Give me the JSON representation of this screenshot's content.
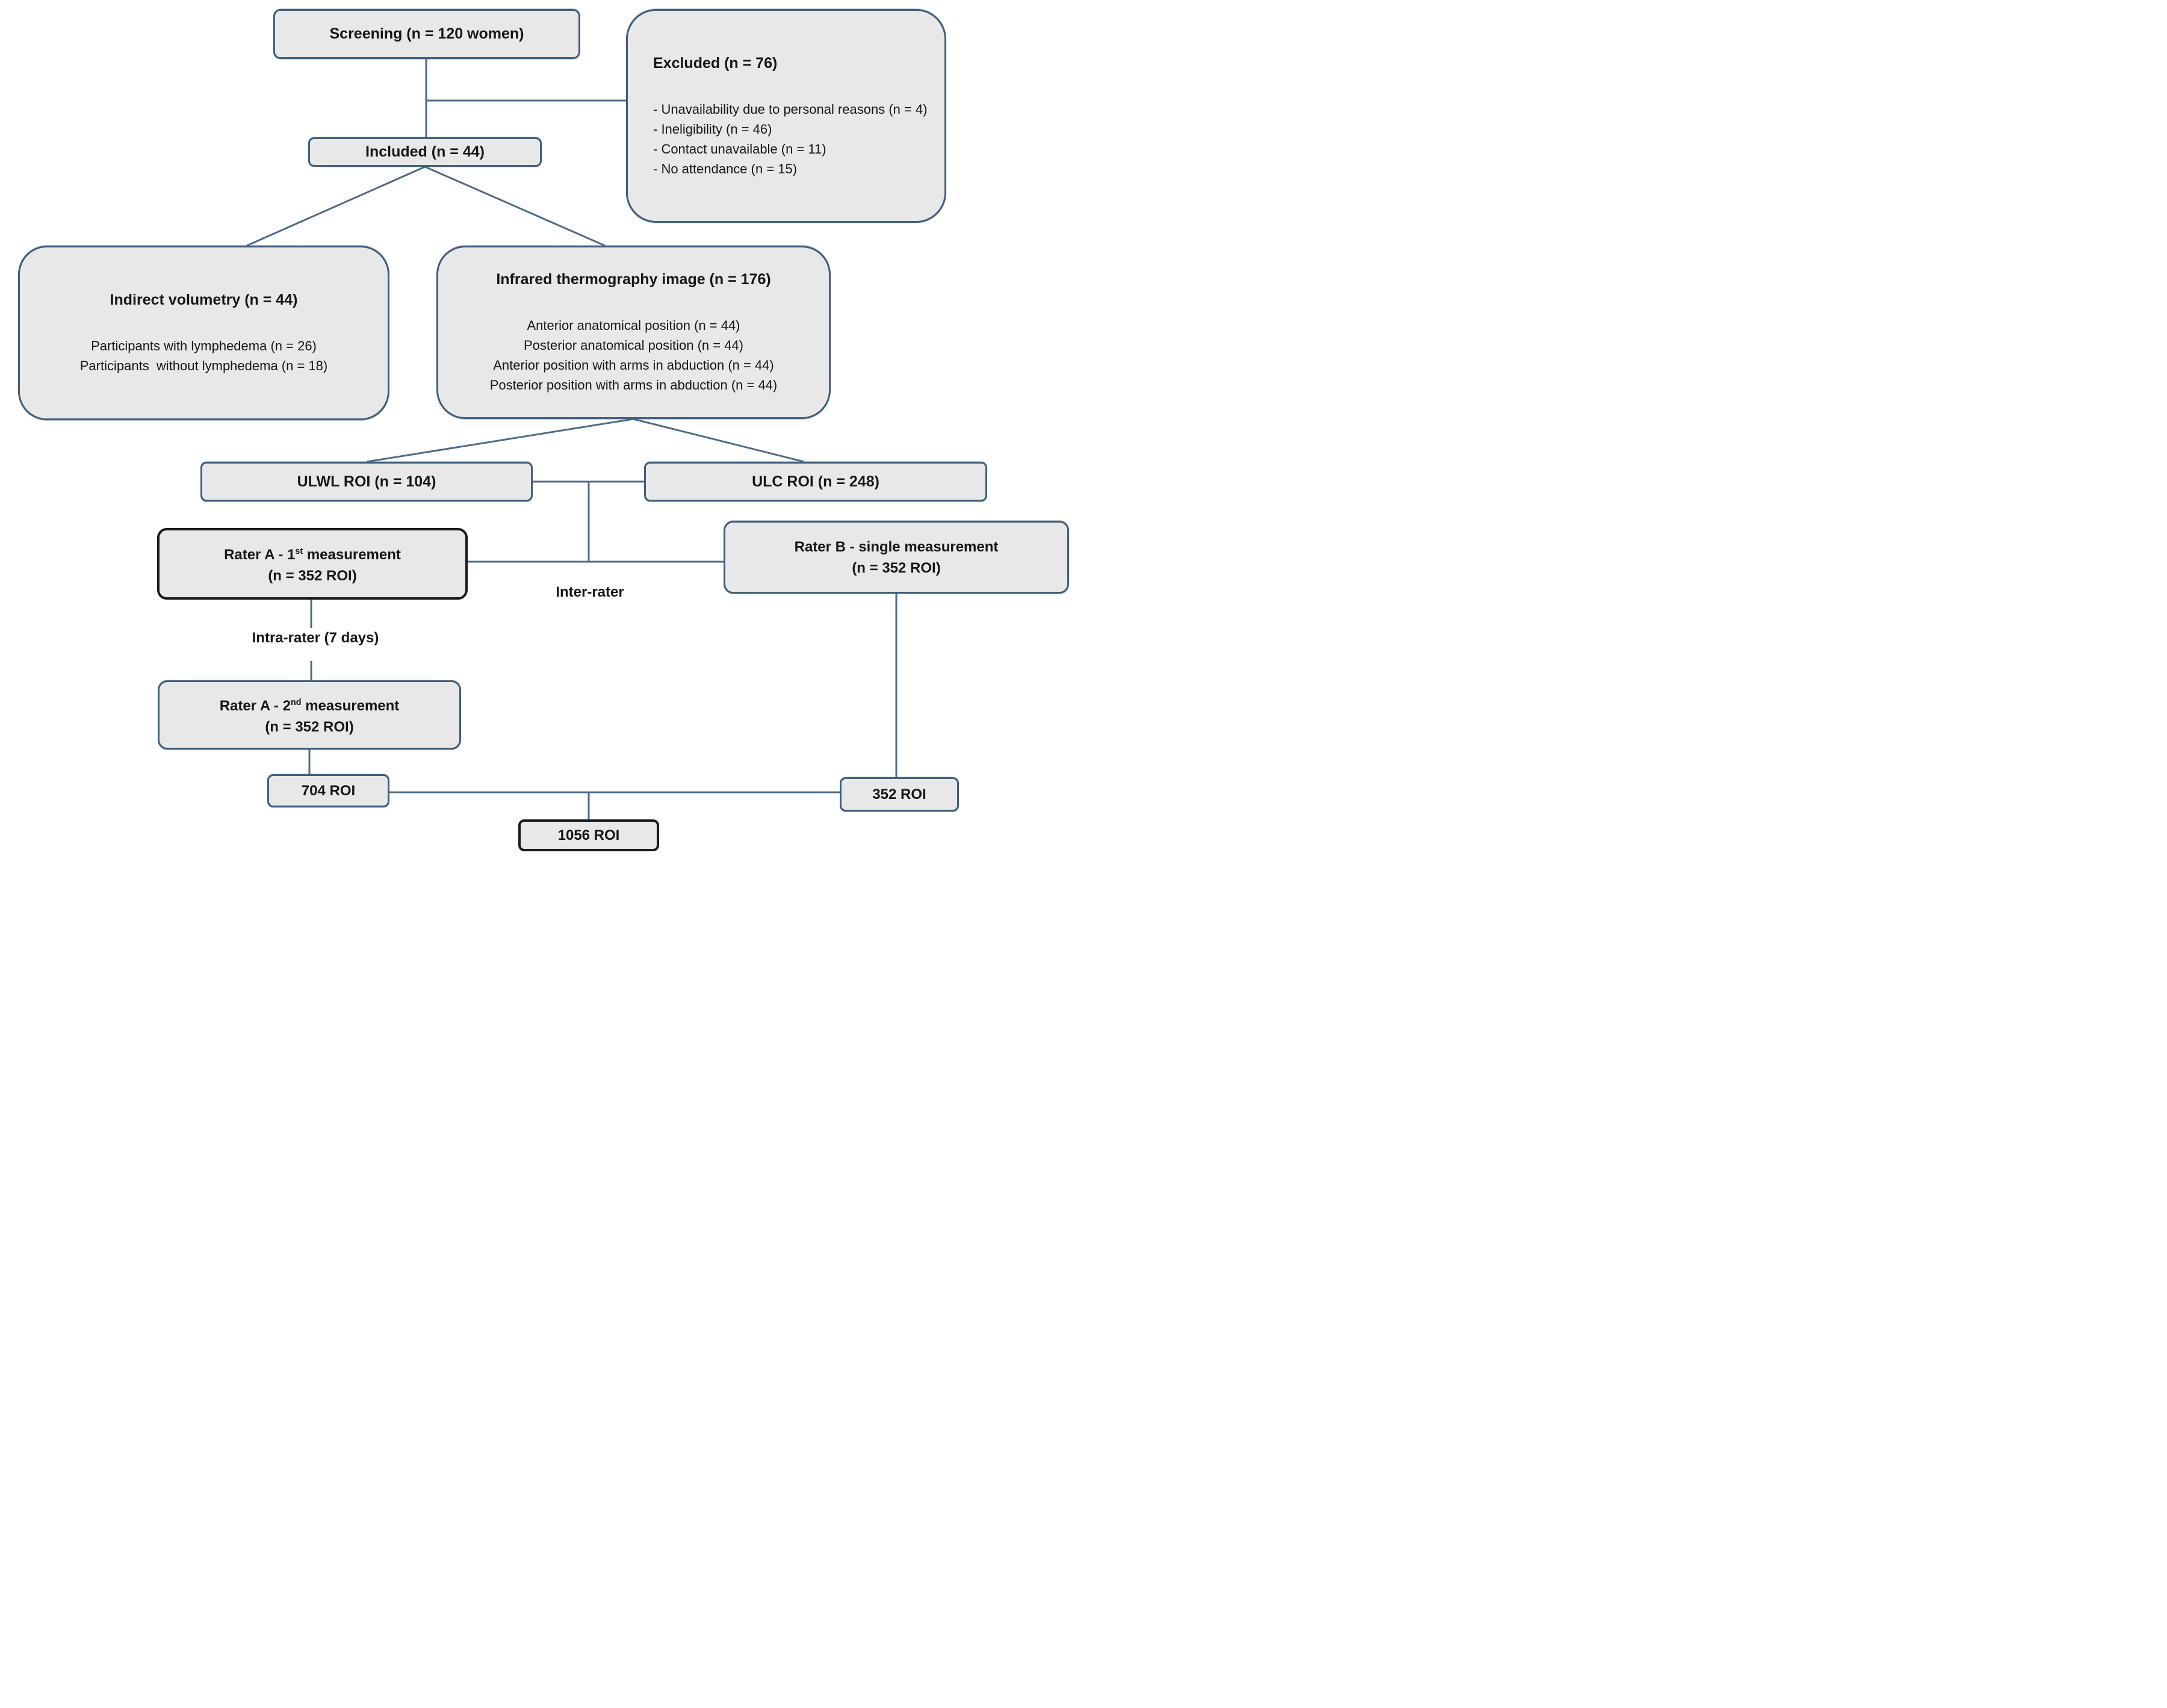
{
  "diagram": {
    "screening": {
      "label": "Screening (n = 120 women)"
    },
    "excluded": {
      "title": "Excluded (n = 76)",
      "items": [
        "- Unavailability due to personal reasons (n = 4)",
        "- Ineligibility (n = 46)",
        "- Contact unavailable (n = 11)",
        "- No attendance (n = 15)"
      ]
    },
    "included": {
      "label": "Included (n = 44)"
    },
    "indirect_volumetry": {
      "title": "Indirect volumetry (n = 44)",
      "items": [
        "Participants with lymphedema (n = 26)",
        "Participants  without lymphedema (n = 18)"
      ]
    },
    "infrared_thermography": {
      "title": "Infrared thermography image (n = 176)",
      "items": [
        "Anterior anatomical position (n = 44)",
        "Posterior anatomical position (n = 44)",
        "Anterior position with arms in abduction (n = 44)",
        "Posterior position with arms in abduction (n = 44)"
      ]
    },
    "ulwl_roi": {
      "label": "ULWL ROI (n = 104)"
    },
    "ulc_roi": {
      "label": "ULC ROI (n = 248)"
    },
    "rater_a_first": {
      "line1_pre": "Rater A - 1",
      "line1_sup": "st",
      "line1_post": " measurement",
      "line2": "(n = 352 ROI)"
    },
    "rater_b": {
      "line1": "Rater B - single measurement",
      "line2": "(n = 352 ROI)"
    },
    "rater_a_second": {
      "line1_pre": "Rater A - 2",
      "line1_sup": "nd",
      "line1_post": " measurement",
      "line2": "(n = 352 ROI)"
    },
    "inter_rater_label": "Inter-rater",
    "intra_rater_label": "Intra-rater (7 days)",
    "roi_704": {
      "label": "704 ROI"
    },
    "roi_352": {
      "label": "352 ROI"
    },
    "roi_1056": {
      "label": "1056 ROI"
    },
    "colors": {
      "background": "#ffffff",
      "box_fill": "#e9e8e8",
      "box_border": "#3f5e7d",
      "dark_border": "#1b1b1b",
      "connector": "#4c6b8a",
      "text": "#161616"
    }
  }
}
